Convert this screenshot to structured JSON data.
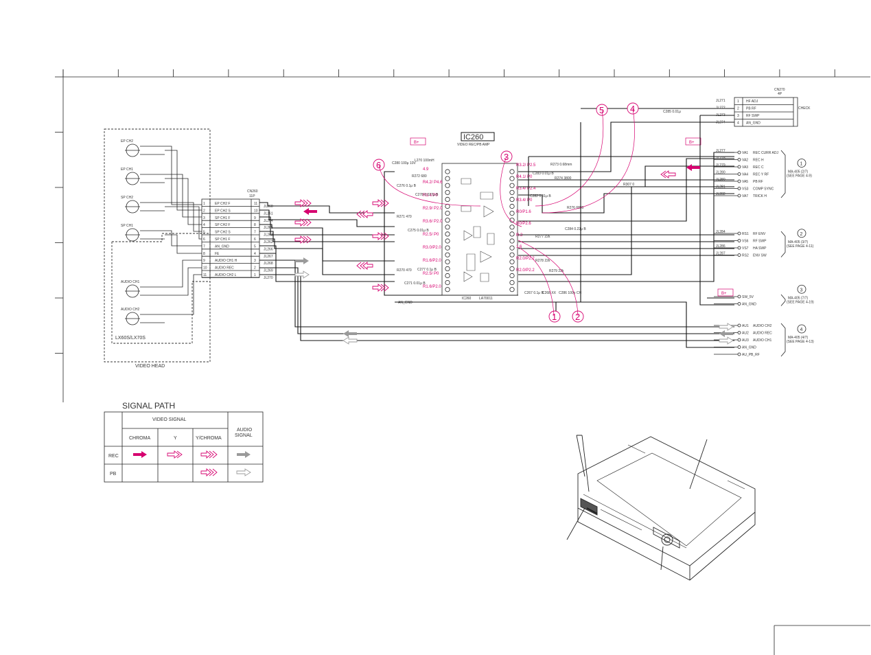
{
  "ic": {
    "name": "IC260",
    "subtitle": "VIDEO REC/PB AMP",
    "part": "LA70011",
    "ref": "IC260"
  },
  "bplus": "B+",
  "connector_left": {
    "name": "CN260",
    "pins_label": "11P",
    "pins": [
      {
        "no": "11",
        "label": "EP CH2 F",
        "jl": "JL260"
      },
      {
        "no": "10",
        "label": "EP CH2 S",
        "jl": "JL261"
      },
      {
        "no": "9",
        "label": "SP CH1 F",
        "jl": "JL264"
      },
      {
        "no": "8",
        "label": "SP CH2 F",
        "jl": "JL265"
      },
      {
        "no": "7",
        "label": "SP CH2 S",
        "jl": "JL263"
      },
      {
        "no": "6",
        "label": "SP CH1 F",
        "jl": "JL262"
      },
      {
        "no": "5",
        "label": "AN_GND",
        "jl": "JL266"
      },
      {
        "no": "4",
        "label": "FE",
        "jl": "JL267"
      },
      {
        "no": "3",
        "label": "AUDIO CH1 H",
        "jl": "JL268"
      },
      {
        "no": "2",
        "label": "AUDIO REC",
        "jl": "JL269"
      },
      {
        "no": "1",
        "label": "AUDIO CH2 L",
        "jl": "JL270"
      }
    ]
  },
  "heads": [
    "EP CH2",
    "EP CH1",
    "SP CH2",
    "SP CH1",
    "AUDIO CH1",
    "AUDIO CH2"
  ],
  "head_model": "LX60S/LX70S",
  "head_caption": "VIDEO HEAD",
  "connector_right": {
    "name": "CN270",
    "pins_label": "4P",
    "check": "CHECK",
    "pins": [
      {
        "jl": "JL271",
        "no": "1",
        "label": "HF ADJ"
      },
      {
        "jl": "JL272",
        "no": "2",
        "label": "PB RF"
      },
      {
        "jl": "JL273",
        "no": "3",
        "label": "RF SWP"
      },
      {
        "jl": "JL274",
        "no": "4",
        "label": "AN_GND"
      }
    ]
  },
  "groups": [
    {
      "num": "1",
      "ref": "MA-405 (2/7)",
      "page": "(SEE PAGE 4-9)",
      "lines": [
        {
          "jl": "JL277",
          "v": "VA1",
          "label": "REC CURR ADJ"
        },
        {
          "jl": "JL278",
          "v": "VA2",
          "label": "REC H"
        },
        {
          "jl": "JL279",
          "v": "VA3",
          "label": "REC C"
        },
        {
          "jl": "JL280",
          "v": "VA4",
          "label": "REC Y RF"
        },
        {
          "jl": "JL280",
          "v": "VA5",
          "label": "PB RF"
        },
        {
          "jl": "JL281",
          "v": "VS3",
          "label": "COMP SYNC"
        },
        {
          "jl": "JL282",
          "v": "VA7",
          "label": "TRICK H"
        }
      ]
    },
    {
      "num": "2",
      "ref": "MA-405 (3/7)",
      "page": "(SEE PAGE 4-11)",
      "lines": [
        {
          "jl": "JL284",
          "v": "RS1",
          "label": "RF ENV"
        },
        {
          "jl": "",
          "v": "VS6",
          "label": "RF SWP"
        },
        {
          "jl": "JL286",
          "v": "VS7",
          "label": "HA SWP"
        },
        {
          "jl": "JL287",
          "v": "RS2",
          "label": "ENV SW"
        }
      ]
    },
    {
      "num": "3",
      "ref": "MA-405 (7/7)",
      "page": "(SEE PAGE 4-19)",
      "lines": [
        {
          "jl": "",
          "v": "",
          "label": "SW_5V"
        },
        {
          "jl": "",
          "v": "",
          "label": "AN_GND"
        }
      ]
    },
    {
      "num": "4",
      "ref": "MA-405 (4/7)",
      "page": "(SEE PAGE 4-13)",
      "lines": [
        {
          "jl": "",
          "v": "AU1",
          "label": "AUDIO CH2"
        },
        {
          "jl": "",
          "v": "AU2",
          "label": "AUDIO REC"
        },
        {
          "jl": "",
          "v": "AU3",
          "label": "AUDIO CH1"
        },
        {
          "jl": "",
          "v": "",
          "label": "AN_GND"
        },
        {
          "jl": "",
          "v": "",
          "label": "AU_PB_RF"
        }
      ]
    }
  ],
  "voltages": {
    "left": [
      "4.9",
      "R4.2/ P4.6",
      "R1.4/P0",
      "R2.9/ P2.0",
      "R3.6/ P2.0",
      "R2.5/ P0",
      "R3.0/P2.0",
      "R1.6/P2.0",
      "R2.5/ P0",
      "R1.6/P2.0"
    ],
    "right": [
      "R3.2/ P2.5",
      "R4.1/ P0",
      "R3.4/ P2.4",
      "R3.4/ P0",
      "R0/P1.6",
      "R0/P2.6",
      "R.3",
      "1.6",
      "R2.0/P2.2",
      "R2.0/P2.2"
    ]
  },
  "components": [
    "C280 100μ 10V",
    "L270 100mH",
    "R272 680",
    "C276 0.1μ B",
    "C278 0.027μ B",
    "R273 0.68mm",
    "C283 0.01μ B",
    "R274 3800",
    "R307 0",
    "C282 0.01μ B",
    "R276 6800",
    "C284 0.22μ B",
    "R271 470",
    "C275 0.01μ B",
    "R270 470",
    "C277 0.1μ B",
    "C271 0.01μ B",
    "R277 22k",
    "R278 22k",
    "R279 22k",
    "C267 0.1μ B",
    "C268 XX",
    "C286 100p CH",
    "C285 0.01μ"
  ],
  "callouts": [
    "1",
    "2",
    "3",
    "4",
    "5",
    "6"
  ],
  "an_gnd": "AN_GND",
  "legend": {
    "title": "SIGNAL PATH",
    "video_signal": "VIDEO SIGNAL",
    "audio_signal": "AUDIO SIGNAL",
    "cols": [
      "CHROMA",
      "Y",
      "Y/CHROMA"
    ],
    "rows": [
      "REC",
      "PB"
    ]
  },
  "colors": {
    "magenta": "#d6006f",
    "gray": "#9a9a9a",
    "ink": "#222222"
  }
}
